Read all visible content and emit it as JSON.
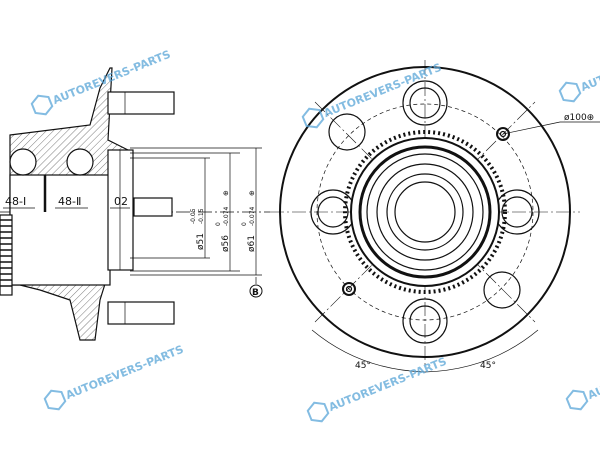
{
  "section_view": {
    "labels": {
      "bearing_1": "48-Ⅰ",
      "bearing_2": "48-Ⅱ",
      "part_02": "02"
    },
    "dimensions": {
      "d51": {
        "base": "ø51",
        "tol_upper": "-0.05",
        "tol_lower": "-0.15"
      },
      "d56": {
        "base": "ø56",
        "tol_upper": "0",
        "tol_lower": "-0.074",
        "suffix": "⊕"
      },
      "d61": {
        "base": "ø61",
        "tol_upper": "0",
        "tol_lower": "-0.074",
        "suffix": "⊕"
      }
    },
    "datum": "B"
  },
  "front_view": {
    "pcd_label": "ø100⊕",
    "angle_left": "45°",
    "angle_right": "45°"
  },
  "watermark": {
    "text": "AUTOREVERS-PARTS",
    "logo": "AR",
    "color": "#5aa6d8"
  }
}
